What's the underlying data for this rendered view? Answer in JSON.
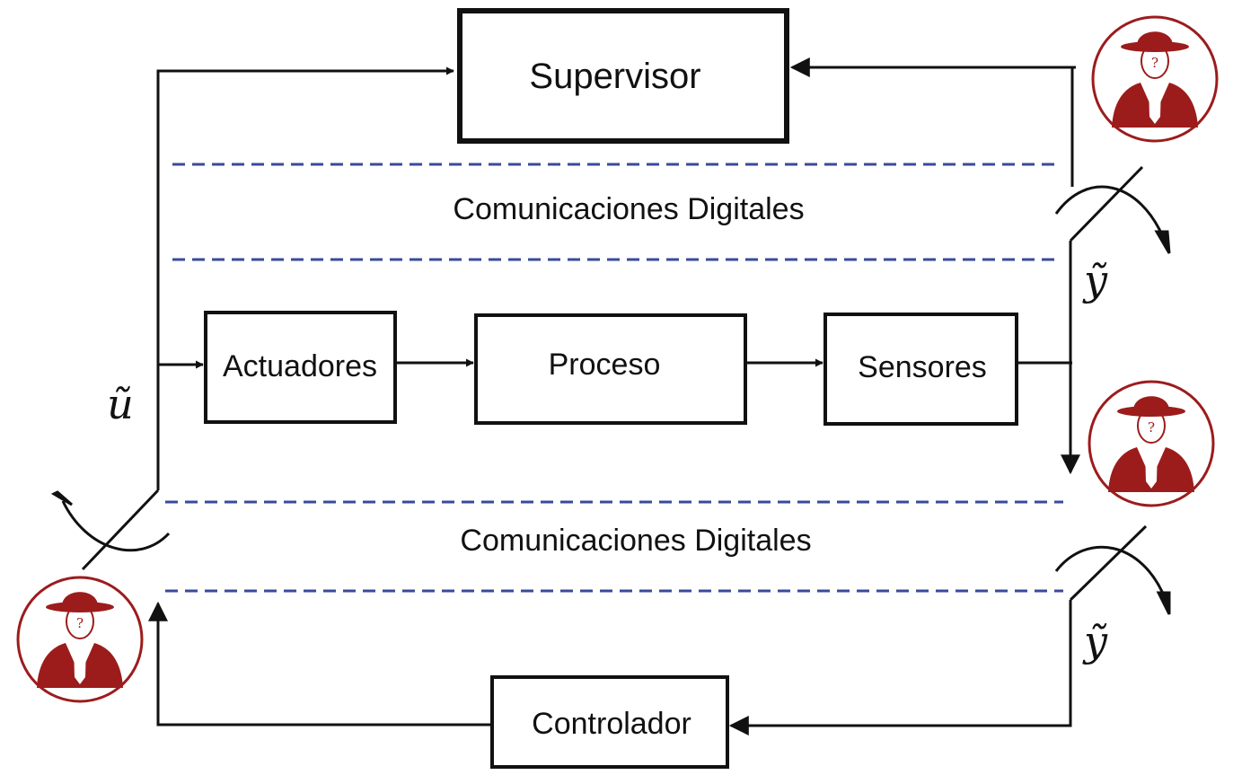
{
  "diagram": {
    "blocks": {
      "supervisor": "Supervisor",
      "actuators": "Actuadores",
      "process": "Proceso",
      "sensors": "Sensores",
      "controller": "Controlador"
    },
    "channels": {
      "upper": "Comunicaciones Digitales",
      "lower": "Comunicaciones Digitales"
    },
    "signals": {
      "u_tilde": "ũ",
      "y_tilde_upper": "ỹ",
      "y_tilde_lower": "ỹ"
    },
    "attacker_mark": "?",
    "colors": {
      "line": "#111111",
      "dashed": "#3a4a9a",
      "attacker": "#9c1c1c"
    },
    "icons": {
      "attacker": "spy-attacker-icon",
      "switch": "manipulated-switch-icon"
    }
  }
}
